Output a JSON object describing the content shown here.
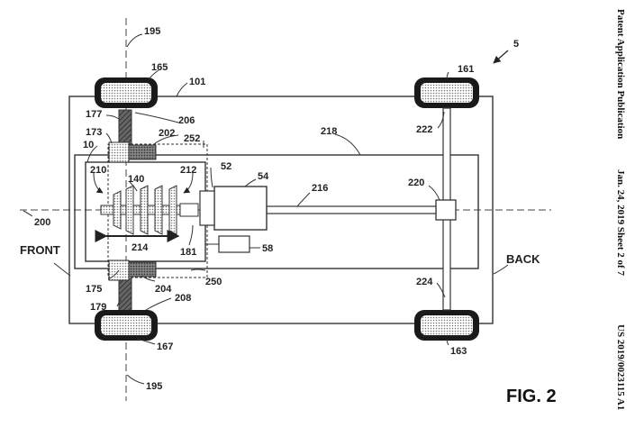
{
  "header": {
    "publication": "Patent Application Publication",
    "date_sheet": "Jan. 24, 2019  Sheet 2 of 7",
    "number": "US 2019/0023115 A1"
  },
  "figure_label": "FIG. 2",
  "text_labels": {
    "front": "FRONT",
    "back": "BACK"
  },
  "refs": {
    "r5": "5",
    "r195_top": "195",
    "r195_bot": "195",
    "r165": "165",
    "r101": "101",
    "r161": "161",
    "r177": "177",
    "r206": "206",
    "r173": "173",
    "r202": "202",
    "r252": "252",
    "r10": "10",
    "r218": "218",
    "r222": "222",
    "r210": "210",
    "r140": "140",
    "r212": "212",
    "r52": "52",
    "r54": "54",
    "r216": "216",
    "r220": "220",
    "r200": "200",
    "r214": "214",
    "r181": "181",
    "r58": "58",
    "r175": "175",
    "r204": "204",
    "r250": "250",
    "r179": "179",
    "r208": "208",
    "r224": "224",
    "r167": "167",
    "r163": "163"
  },
  "colors": {
    "line": "#333333",
    "tire": "#1a1a1a",
    "wheel_shade": "#999999"
  }
}
